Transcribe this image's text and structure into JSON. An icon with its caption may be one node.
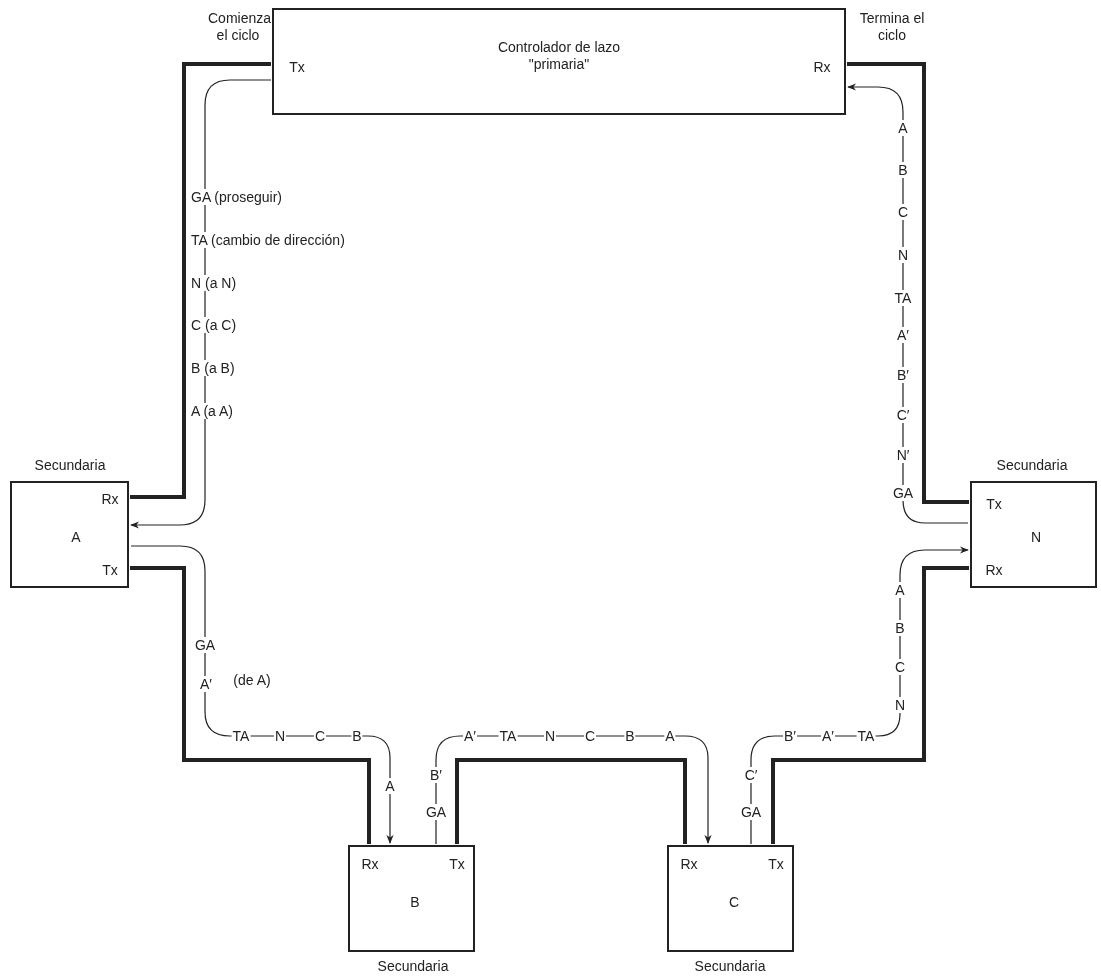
{
  "diagram": {
    "nodes": [
      {
        "text": [
          "Tx",
          "Controlador de lazo \"primaria\"",
          "Rx"
        ],
        "beside": [
          "Comienza el ciclo",
          "Termina el ciclo"
        ]
      },
      {
        "text": [
          "Rx",
          "A",
          "Tx"
        ],
        "beside": [
          "Secundaria"
        ]
      },
      {
        "text": [
          "Rx",
          "Tx",
          "B"
        ],
        "beside": [
          "Secundaria"
        ]
      },
      {
        "text": [
          "Rx",
          "Tx",
          "C"
        ],
        "beside": [
          "Secundaria"
        ]
      },
      {
        "text": [
          "Tx",
          "N",
          "Rx"
        ],
        "beside": [
          "Secundaria"
        ]
      }
    ],
    "edges": [
      {
        "from": 0,
        "to": 1,
        "arrow": "none",
        "style": "thick"
      },
      {
        "from": 1,
        "to": 2,
        "arrow": "none",
        "style": "thick"
      },
      {
        "from": 2,
        "to": 3,
        "arrow": "none",
        "style": "thick"
      },
      {
        "from": 3,
        "to": 4,
        "arrow": "none",
        "style": "thick"
      },
      {
        "from": 4,
        "to": 0,
        "arrow": "none",
        "style": "thick"
      },
      {
        "from": 0,
        "to": 1,
        "arrow": "to"
      },
      {
        "from": 1,
        "to": 2,
        "arrow": "to"
      },
      {
        "from": 2,
        "to": 3,
        "arrow": "to"
      },
      {
        "from": 3,
        "to": 4,
        "arrow": "to"
      },
      {
        "from": 4,
        "to": 0,
        "arrow": "to"
      }
    ],
    "labels": [
      "GA (proseguir)",
      "TA (cambio de dirección)",
      "N (a N)",
      "C (a C)",
      "B (a B)",
      "A (a A)",
      "GA",
      "A′",
      "(de A)",
      "TA",
      "N",
      "C",
      "B",
      "A",
      "B′",
      "GA",
      "A′",
      "TA",
      "N",
      "C",
      "B",
      "A",
      "C′",
      "GA",
      "B′",
      "A′",
      "TA",
      "N",
      "C",
      "B",
      "A",
      "A",
      "B",
      "C",
      "N",
      "TA",
      "A′",
      "B′",
      "C′",
      "N′",
      "GA"
    ]
  }
}
